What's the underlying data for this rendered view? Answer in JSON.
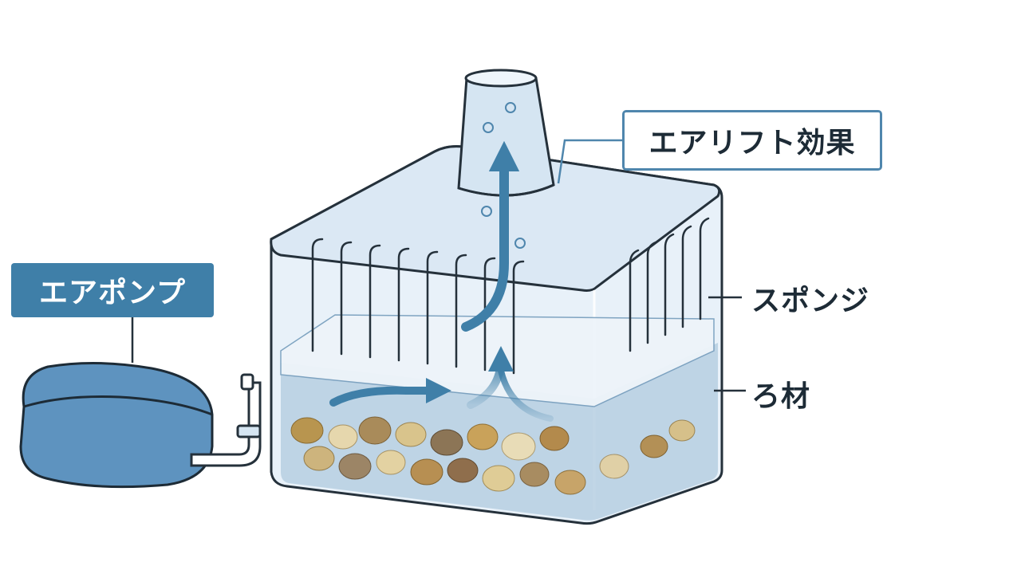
{
  "labels": {
    "air_pump": "エアポンプ",
    "airlift_effect": "エアリフト効果",
    "sponge": "スポンジ",
    "filter_media": "ろ材"
  },
  "colors": {
    "pump_body": "#5e93bf",
    "pump_outline": "#1d2b36",
    "label_accent": "#3f7fa8",
    "water": "#b6cfe2",
    "sponge": "#e6eff7",
    "flow_arrow": "#3f7fa8",
    "outline": "#25313b"
  },
  "icons": [
    "air-pump-icon",
    "airline-tube-icon",
    "air-bubble-icon",
    "flow-arrow-icon",
    "gravel-icon"
  ]
}
